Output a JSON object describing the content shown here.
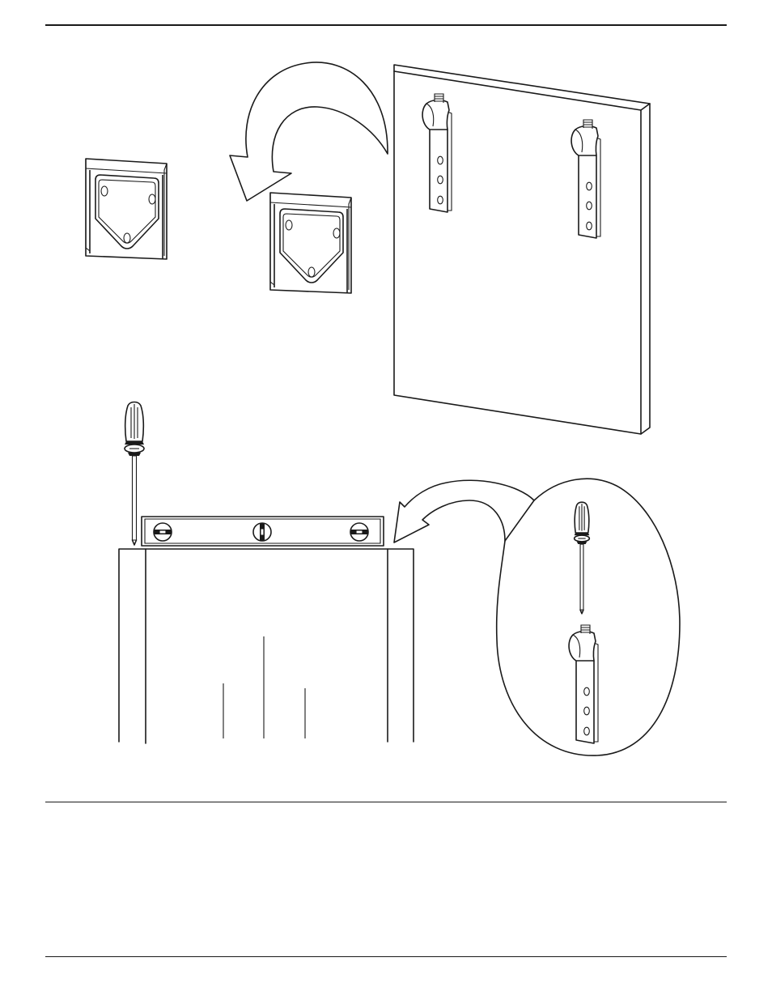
{
  "page": {
    "caption_text": ""
  },
  "colors": {
    "ink": "#1a1a1a",
    "paper": "#ffffff"
  },
  "figure": {
    "top_view": {
      "parts": [
        "cabinet-door-panel",
        "door-hanger-strip-left",
        "door-hanger-strip-right",
        "mounting-plate-left",
        "mounting-plate-right",
        "transfer-arrow"
      ]
    },
    "bottom_view": {
      "parts": [
        "screwdriver",
        "spirit-level",
        "cabinet-top",
        "detail-circle",
        "detail-screwdriver",
        "detail-hanger-strip",
        "detail-arrow"
      ]
    }
  }
}
